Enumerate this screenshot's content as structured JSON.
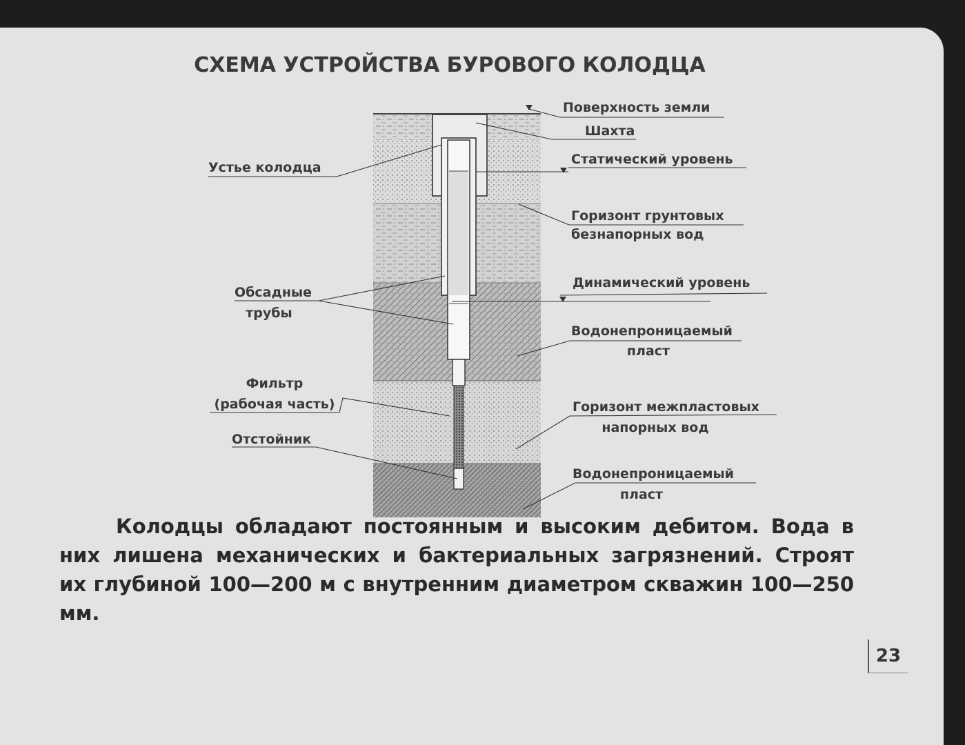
{
  "title": "СХЕМА УСТРОЙСТВА БУРОВОГО КОЛОДЦА",
  "labels": {
    "surface": "Поверхность земли",
    "shaft": "Шахта",
    "static_level": "Статический уровень",
    "wellhead": "Устье колодца",
    "groundwater_line1": "Горизонт грунтовых",
    "groundwater_line2": "безнапорных вод",
    "casing_line1": "Обсадные",
    "casing_line2": "трубы",
    "dynamic_level": "Динамический уровень",
    "impermeable1_line1": "Водонепроницаемый",
    "impermeable1_line2": "пласт",
    "filter_line1": "Фильтр",
    "filter_line2": "(рабочая часть)",
    "interstratal_line1": "Горизонт межпластовых",
    "interstratal_line2": "напорных вод",
    "sump": "Отстойник",
    "impermeable2_line1": "Водонепроницаемый",
    "impermeable2_line2": "пласт"
  },
  "description": "Колодцы обладают постоянным и высоким дебитом. Вода в них лишена механических и бактериальных загрязнений. Строят их глубиной 100—200 м с внутренним диаметром скважин 100—250 мм.",
  "page_number": "23"
}
